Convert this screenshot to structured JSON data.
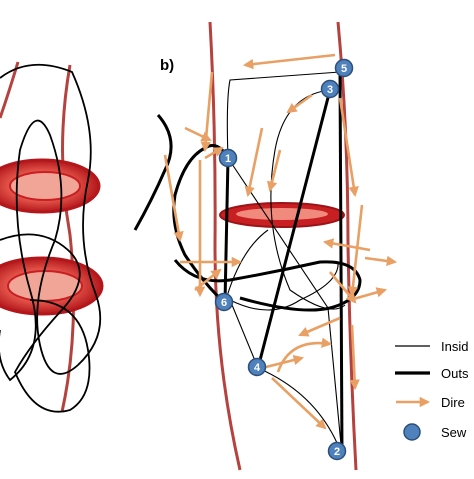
{
  "figure": {
    "panel_label": "b)",
    "colors": {
      "vessel": "#b5423e",
      "arrow": "#e8a064",
      "node_fill": "#4f81bd",
      "node_stroke": "#2c4f7a",
      "ring_fill": "#c81f22",
      "ring_light": "#ef8a7c",
      "line": "#000000"
    },
    "nodes": [
      {
        "label": "1"
      },
      {
        "label": "2"
      },
      {
        "label": "3"
      },
      {
        "label": "4"
      },
      {
        "label": "5"
      },
      {
        "label": "6"
      }
    ],
    "legend": [
      {
        "text": "Insid",
        "icon": "thin-line"
      },
      {
        "text": "Outs",
        "icon": "thick-line"
      },
      {
        "text": "Dire",
        "icon": "orange-arrow"
      },
      {
        "text": "Sew",
        "icon": "blue-circle"
      }
    ]
  }
}
